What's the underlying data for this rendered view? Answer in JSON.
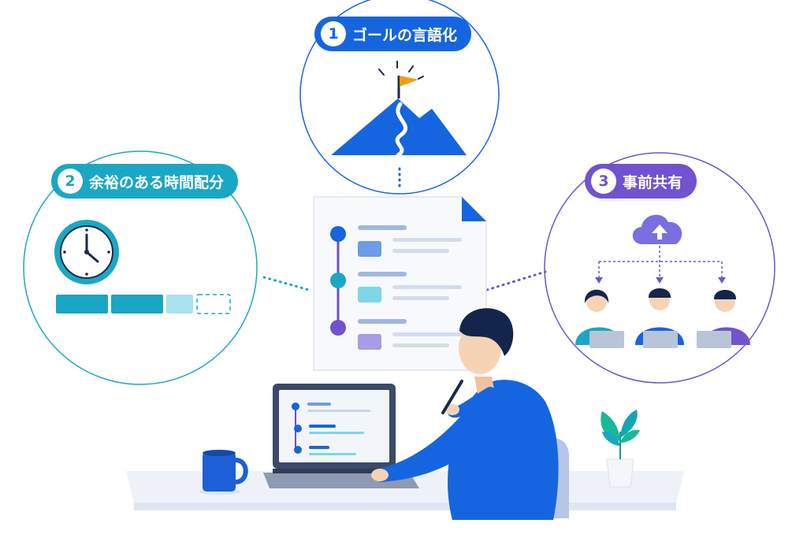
{
  "steps": [
    {
      "number": "1",
      "label": "ゴールの言語化",
      "color": "#1565e0"
    },
    {
      "number": "2",
      "label": "余裕のある時間配分",
      "color": "#1aa7c5"
    },
    {
      "number": "3",
      "label": "事前共有",
      "color": "#7152cf"
    }
  ],
  "colors": {
    "blue": "#1565e0",
    "teal": "#1aa7c5",
    "purple": "#7152cf",
    "flag": "#f39c12",
    "desk": "#eef2f8"
  },
  "icons": [
    "mountain-flag-icon",
    "clock-icon",
    "cloud-upload-icon",
    "checklist-document-icon",
    "laptop-icon",
    "mug-icon",
    "plant-icon"
  ]
}
